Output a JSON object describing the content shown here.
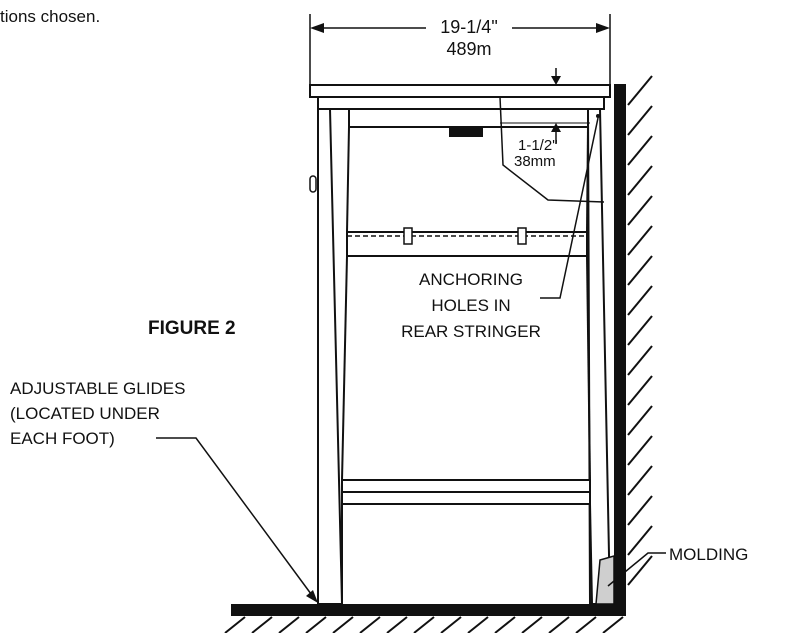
{
  "intro_text": "tions chosen.",
  "figure_title": "FIGURE 2",
  "width_dimension": {
    "imperial": "19-1/4\"",
    "metric": "489m"
  },
  "height_dimension": {
    "imperial": "1-1/2\"",
    "metric": "38mm"
  },
  "callouts": {
    "anchoring_holes": [
      "ANCHORING",
      "HOLES IN",
      "REAR STRINGER"
    ],
    "adjustable_glides": [
      "ADJUSTABLE GLIDES",
      "(LOCATED UNDER",
      "EACH FOOT)"
    ],
    "molding": "MOLDING"
  },
  "colors": {
    "line": "#111111",
    "fill": "#ffffff",
    "molding_fill": "#cfcfcf"
  }
}
